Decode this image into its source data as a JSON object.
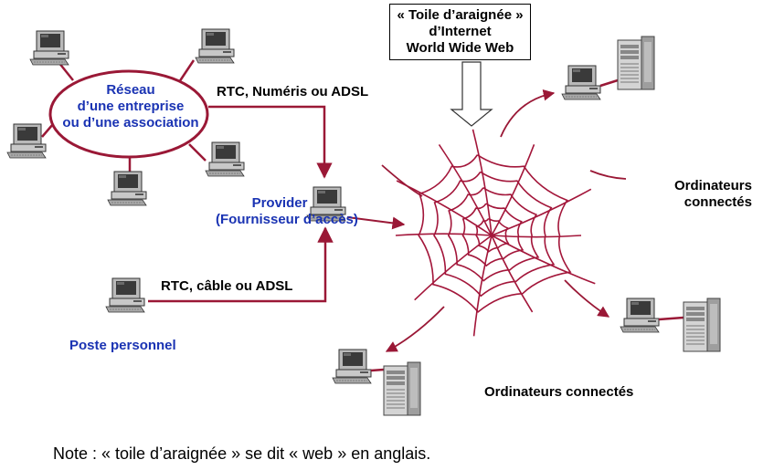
{
  "network": {
    "lines": [
      "Réseau",
      "d’une entreprise",
      "ou d’une association"
    ]
  },
  "links": {
    "rtc_numeris": "RTC, Numéris ou ADSL",
    "rtc_cable": "RTC, câble ou ADSL"
  },
  "provider": {
    "lines": [
      "Provider",
      "(Fournisseur d’accès)"
    ]
  },
  "poste": "Poste personnel",
  "web_box": {
    "lines": [
      "« Toile d’araignée »",
      "d’Internet",
      "World Wide Web"
    ]
  },
  "connected": {
    "right_lines": [
      "Ordinateurs",
      "connectés"
    ],
    "bottom": "Ordinateurs connectés"
  },
  "note": "Note : « toile d’araignée » se dit « web » en anglais.",
  "colors": {
    "web": "#a3163a",
    "link": "#9a1836",
    "label_blue": "#1a33b3"
  }
}
